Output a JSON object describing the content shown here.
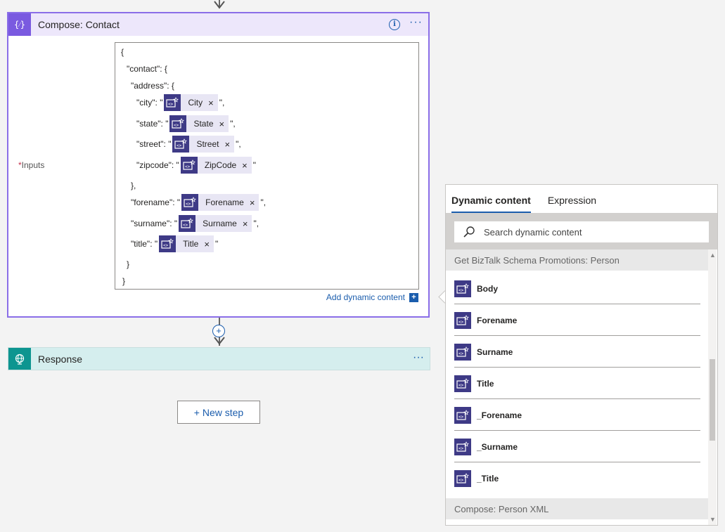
{
  "compose": {
    "title": "Compose: Contact",
    "icon": "curly-braces-icon",
    "inputs_label": "Inputs",
    "required_mark": "*",
    "add_dynamic": "Add dynamic content",
    "add_dynamic_btn": "+",
    "lines": {
      "l0": "{",
      "l1": "\"contact\": {",
      "l2": "\"address\": {",
      "l3_pre": "\"city\": \"",
      "l3_tok": "City",
      "l3_post": "\",",
      "l4_pre": "\"state\": \"",
      "l4_tok": "State",
      "l4_post": "\",",
      "l5_pre": "\"street\": \"",
      "l5_tok": "Street",
      "l5_post": "\",",
      "l6_pre": "\"zipcode\": \"",
      "l6_tok": "ZipCode",
      "l6_post": "\"",
      "l7": "},",
      "l8_pre": "\"forename\": \"",
      "l8_tok": "Forename",
      "l8_post": "\",",
      "l9_pre": "\"surname\": \"",
      "l9_tok": "Surname",
      "l9_post": "\",",
      "l10_pre": "\"title\": \"",
      "l10_tok": "Title",
      "l10_post": "\"",
      "l11": "}",
      "l12": "}"
    },
    "token_remove": "×"
  },
  "connector": {
    "plus": "+"
  },
  "response": {
    "title": "Response",
    "icon": "globe-response-icon"
  },
  "new_step": {
    "label": "+ New step"
  },
  "dynamic_panel": {
    "tabs": [
      "Dynamic content",
      "Expression"
    ],
    "search_placeholder": "Search dynamic content",
    "section_1": "Get BizTalk Schema Promotions: Person",
    "items": [
      "Body",
      "Forename",
      "Surname",
      "Title",
      "_Forename",
      "_Surname",
      "_Title"
    ],
    "section_2": "Compose: Person XML"
  },
  "colors": {
    "compose_accent": "#7a5ae0",
    "response_accent": "#0d9590",
    "token_icon": "#3e3a86",
    "link": "#1b5dad"
  },
  "more_glyph": "···",
  "info_glyph": "i"
}
